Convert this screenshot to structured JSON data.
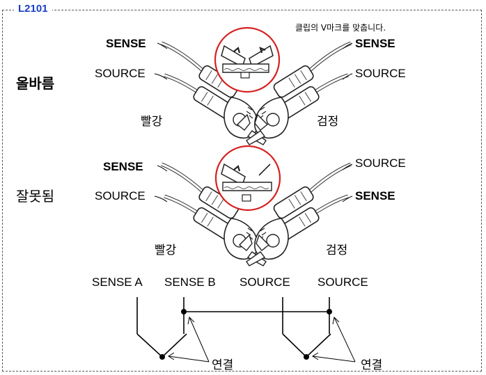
{
  "tag": "L2101",
  "note": "클립의 V마크를 맞춥니다.",
  "correct": {
    "label": "올바름",
    "left_top": "SENSE",
    "left_bottom": "SOURCE",
    "right_top": "SENSE",
    "right_bottom": "SOURCE",
    "red": "빨강",
    "black": "검정"
  },
  "wrong": {
    "label": "잘못됨",
    "left_top": "SENSE",
    "left_bottom": "SOURCE",
    "right_top": "SOURCE",
    "right_bottom": "SENSE",
    "red": "빨강",
    "black": "검정"
  },
  "circuit": {
    "terminals": [
      "SENSE A",
      "SENSE B",
      "SOURCE",
      "SOURCE"
    ],
    "connect_left": "연결",
    "connect_right": "연결"
  },
  "colors": {
    "tag": "#1a3fc4",
    "circle": "#d62020"
  }
}
